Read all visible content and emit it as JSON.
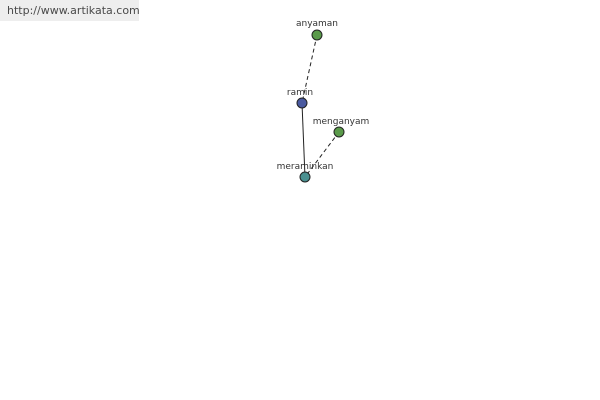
{
  "banner": {
    "link_text": "http://www.artikata.com"
  },
  "graph": {
    "nodes": [
      {
        "id": "anyaman",
        "label": "anyaman",
        "color": "#5a9a4a"
      },
      {
        "id": "ramin",
        "label": "ramin",
        "color": "#4a5aa0"
      },
      {
        "id": "menganyam",
        "label": "menganyam",
        "color": "#5a9a4a"
      },
      {
        "id": "meraminkan",
        "label": "meraminkan",
        "color": "#4a9090"
      }
    ],
    "edges": [
      {
        "from": "anyaman",
        "to": "ramin",
        "style": "dashed"
      },
      {
        "from": "ramin",
        "to": "meraminkan",
        "style": "solid"
      },
      {
        "from": "menganyam",
        "to": "meraminkan",
        "style": "dashed"
      }
    ]
  }
}
